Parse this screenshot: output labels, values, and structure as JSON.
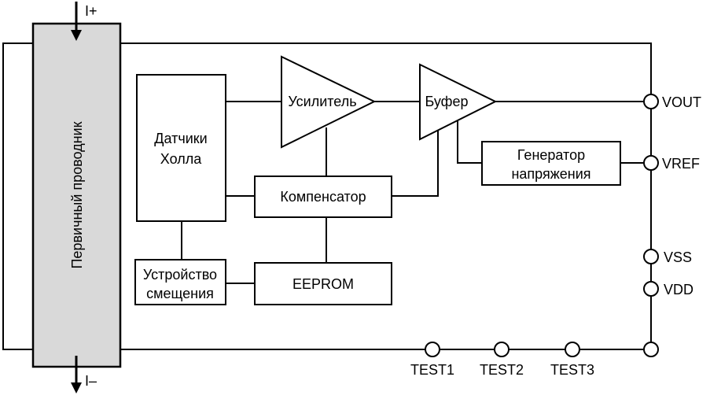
{
  "conductor": {
    "label": "Первичный проводник",
    "fill": "#d9d9d9",
    "current_in": "I+",
    "current_out": "I–"
  },
  "blocks": {
    "hall": [
      "Датчики",
      "Холла"
    ],
    "amplifier": "Усилитель",
    "buffer": "Буфер",
    "compensator": "Компенсатор",
    "eeprom": "EEPROM",
    "bias": [
      "Устройство",
      "смещения"
    ],
    "vgen": [
      "Генератор",
      "напряжения"
    ]
  },
  "pins": {
    "vout": "VOUT",
    "vref": "VREF",
    "vss": "VSS",
    "vdd": "VDD",
    "test1": "TEST1",
    "test2": "TEST2",
    "test3": "TEST3"
  }
}
